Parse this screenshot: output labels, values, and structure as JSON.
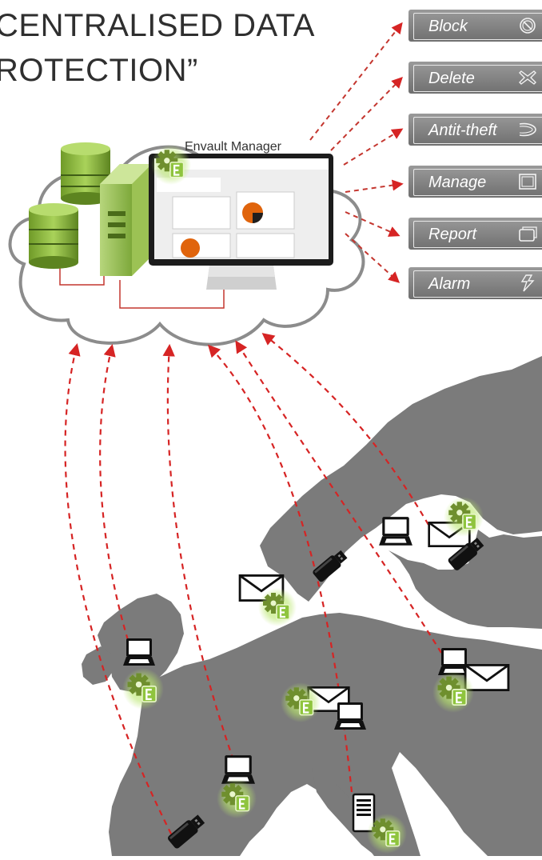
{
  "title": {
    "line1": "CENTRALISED DATA",
    "line2": "ROTECTION”"
  },
  "manager_label": "Envault Manager",
  "actions": [
    {
      "label": "Block",
      "icon": "block-icon"
    },
    {
      "label": "Delete",
      "icon": "delete-icon"
    },
    {
      "label": "Antit-theft",
      "icon": "anti-theft-icon"
    },
    {
      "label": "Manage",
      "icon": "manage-icon"
    },
    {
      "label": "Report",
      "icon": "report-icon"
    },
    {
      "label": "Alarm",
      "icon": "alarm-icon"
    }
  ],
  "colors": {
    "arrow": "#d62424",
    "map": "#7b7b7b",
    "db": "#8dbb3a",
    "badge": "#8fc43e",
    "action_bg": "#858585"
  }
}
